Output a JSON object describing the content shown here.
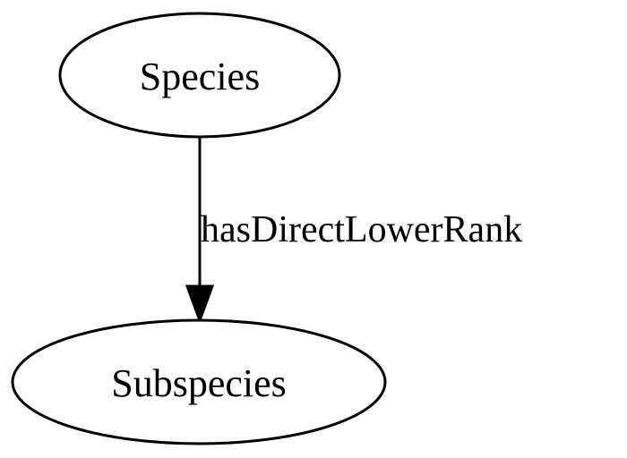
{
  "graph": {
    "nodes": [
      {
        "id": "species",
        "label": "Species"
      },
      {
        "id": "subspecies",
        "label": "Subspecies"
      }
    ],
    "edges": [
      {
        "from": "species",
        "to": "subspecies",
        "label": "hasDirectLowerRank"
      }
    ]
  },
  "colors": {
    "stroke": "#000000",
    "background": "#ffffff"
  }
}
